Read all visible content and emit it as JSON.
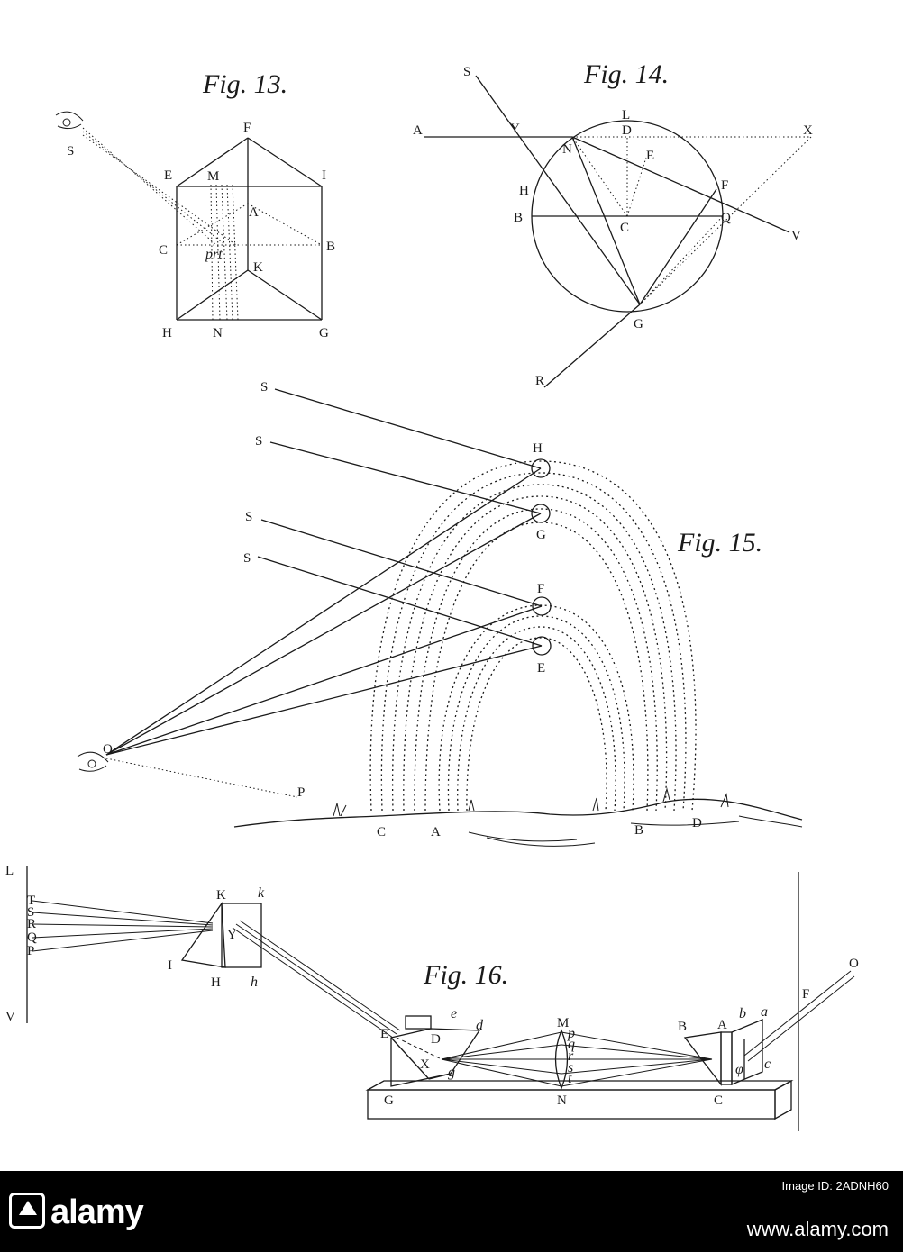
{
  "fig13": {
    "title": "Fig. 13.",
    "labels": {
      "S": "S",
      "F": "F",
      "E": "E",
      "M": "M",
      "I": "I",
      "A": "A",
      "C": "C",
      "B": "B",
      "prt": "prt",
      "K": "K",
      "H": "H",
      "N": "N",
      "G": "G"
    }
  },
  "fig14": {
    "title": "Fig. 14.",
    "labels": {
      "S": "S",
      "A": "A",
      "Y": "Y",
      "L": "L",
      "D": "D",
      "X": "X",
      "N": "N",
      "E": "E",
      "H": "H",
      "F": "F",
      "B": "B",
      "C": "C",
      "Q": "Q",
      "V": "V",
      "G": "G",
      "R": "R"
    }
  },
  "fig15": {
    "title": "Fig. 15.",
    "labels": {
      "S1": "S",
      "S2": "S",
      "S3": "S",
      "S4": "S",
      "H": "H",
      "G": "G",
      "F": "F",
      "E": "E",
      "O": "O",
      "P": "P",
      "C": "C",
      "A": "A",
      "B": "B",
      "D": "D"
    }
  },
  "fig16": {
    "title": "Fig. 16.",
    "labels": {
      "L": "L",
      "T": "T",
      "S": "S",
      "R": "R",
      "Q": "Q",
      "P": "P",
      "V": "V",
      "K": "K",
      "k": "k",
      "Y": "Y",
      "I": "I",
      "H": "H",
      "h": "h",
      "O": "O",
      "F_right": "F",
      "E": "E",
      "e": "e",
      "d": "d",
      "D": "D",
      "X": "X",
      "g": "g",
      "G": "G",
      "M": "M",
      "p": "p",
      "q": "q",
      "r": "r",
      "s": "s",
      "t": "t",
      "N": "N",
      "B": "B",
      "A": "A",
      "b": "b",
      "a": "a",
      "phi": "φ",
      "c": "c",
      "C": "C"
    }
  },
  "footer": {
    "brand": "alamy",
    "image_id": "Image ID: 2ADNH60",
    "site": "www.alamy.com"
  },
  "colors": {
    "ink": "#1a1a1a",
    "paper": "#ffffff",
    "footer": "#000000"
  }
}
